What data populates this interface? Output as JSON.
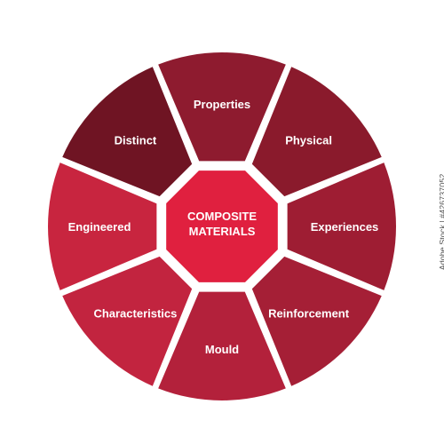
{
  "center": {
    "line1": "COMPOSITE",
    "line2": "MATERIALS"
  },
  "segments": [
    {
      "id": "properties",
      "label": "Properties",
      "color": "#8e1b2f"
    },
    {
      "id": "physical",
      "label": "Physical",
      "color": "#8a1a2c"
    },
    {
      "id": "experiences",
      "label": "Experiences",
      "color": "#9e1d33"
    },
    {
      "id": "reinforcement",
      "label": "Reinforcement",
      "color": "#a51f36"
    },
    {
      "id": "mould",
      "label": "Mould",
      "color": "#b3213b"
    },
    {
      "id": "characteristics",
      "label": "Characteristics",
      "color": "#c2243f"
    },
    {
      "id": "engineered",
      "label": "Engineered",
      "color": "#c8253f"
    },
    {
      "id": "distinct",
      "label": "Distinct",
      "color": "#6f1423"
    }
  ],
  "center_color": "#e0203f",
  "stock_id": "Adobe Stock | #426737052"
}
